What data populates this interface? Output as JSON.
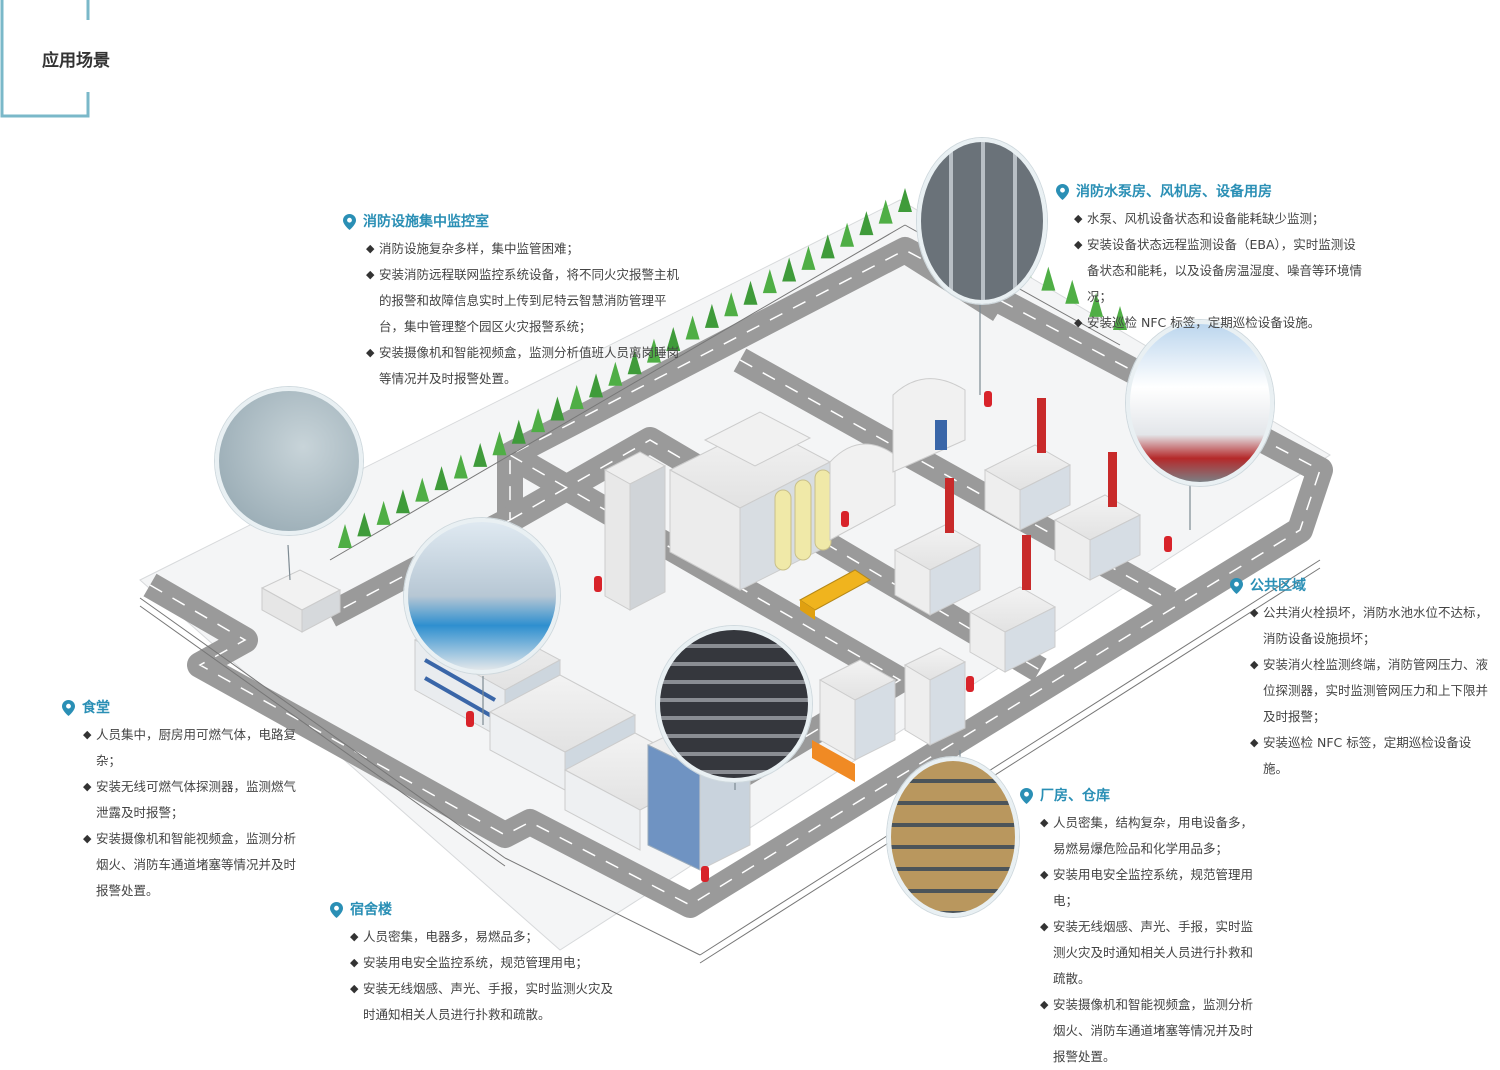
{
  "page": {
    "title": "应用场景"
  },
  "colors": {
    "accent": "#2a8fb5",
    "corner": "#7ab8c9",
    "road": "#9a9a9a",
    "tree": "#3f9b3a",
    "hydrant": "#d8232a"
  },
  "bullet": "◆",
  "callouts": {
    "control_room": {
      "title": "消防设施集中监控室",
      "items": [
        "消防设施复杂多样，集中监管困难；",
        "安装消防远程联网监控系统设备，将不同火灾报警主机的报警和故障信息实时上传到尼特云智慧消防管理平台，集中管理整个园区火灾报警系统；",
        "安装摄像机和智能视频盒，监测分析值班人员离岗睡岗等情况并及时报警处置。"
      ]
    },
    "pump_room": {
      "title": "消防水泵房、风机房、设备用房",
      "items": [
        "水泵、风机设备状态和设备能耗缺少监测；",
        "安装设备状态远程监测设备（EBA），实时监测设备状态和能耗，以及设备房温湿度、噪音等环境情况；",
        "安装巡检 NFC 标签，定期巡检设备设施。"
      ]
    },
    "public_area": {
      "title": "公共区域",
      "items": [
        "公共消火栓损坏，消防水池水位不达标，消防设备设施损坏；",
        "安装消火栓监测终端，消防管网压力、液位探测器，实时监测管网压力和上下限并及时报警；",
        "安装巡检 NFC 标签，定期巡检设备设施。"
      ]
    },
    "canteen": {
      "title": "食堂",
      "items": [
        "人员集中，厨房用可燃气体，电路复杂；",
        "安装无线可燃气体探测器，监测燃气泄露及时报警；",
        "安装摄像机和智能视频盒，监测分析烟火、消防车通道堵塞等情况并及时报警处置。"
      ]
    },
    "dormitory": {
      "title": "宿舍楼",
      "items": [
        "人员密集，电器多，易燃品多；",
        "安装用电安全监控系统，规范管理用电；",
        "安装无线烟感、声光、手报，实时监测火灾及时通知相关人员进行扑救和疏散。"
      ]
    },
    "warehouse": {
      "title": "厂房、仓库",
      "items": [
        "人员密集，结构复杂，用电设备多，易燃易爆危险品和化学用品多；",
        "安装用电安全监控系统，规范管理用电；",
        "安装无线烟感、声光、手报，实时监测火灾及时通知相关人员进行扑救和疏散。",
        "安装摄像机和智能视频盒，监测分析烟火、消防车通道堵塞等情况并及时报警处置。"
      ]
    }
  }
}
